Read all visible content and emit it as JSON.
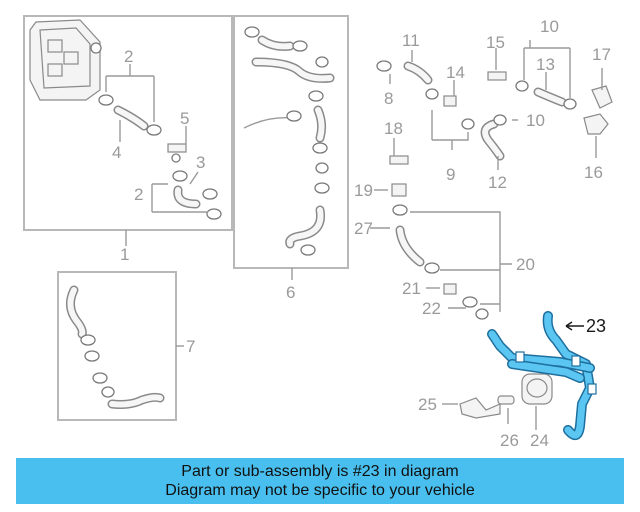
{
  "diagram": {
    "callouts": [
      "1",
      "2",
      "2",
      "3",
      "4",
      "5",
      "6",
      "7",
      "8",
      "9",
      "10",
      "10",
      "11",
      "12",
      "13",
      "14",
      "15",
      "16",
      "17",
      "18",
      "19",
      "20",
      "21",
      "22",
      "23",
      "24",
      "25",
      "26",
      "27"
    ],
    "highlighted_callout": "23",
    "colors": {
      "highlight": "#5cc6f2",
      "highlight_outline": "#1d6f9e",
      "footer": "#48bfee",
      "line_art": "#8a8a8a"
    }
  },
  "footer": {
    "line1": "Part or sub-assembly is #23 in diagram",
    "line2": "Diagram may not be specific to your vehicle"
  }
}
